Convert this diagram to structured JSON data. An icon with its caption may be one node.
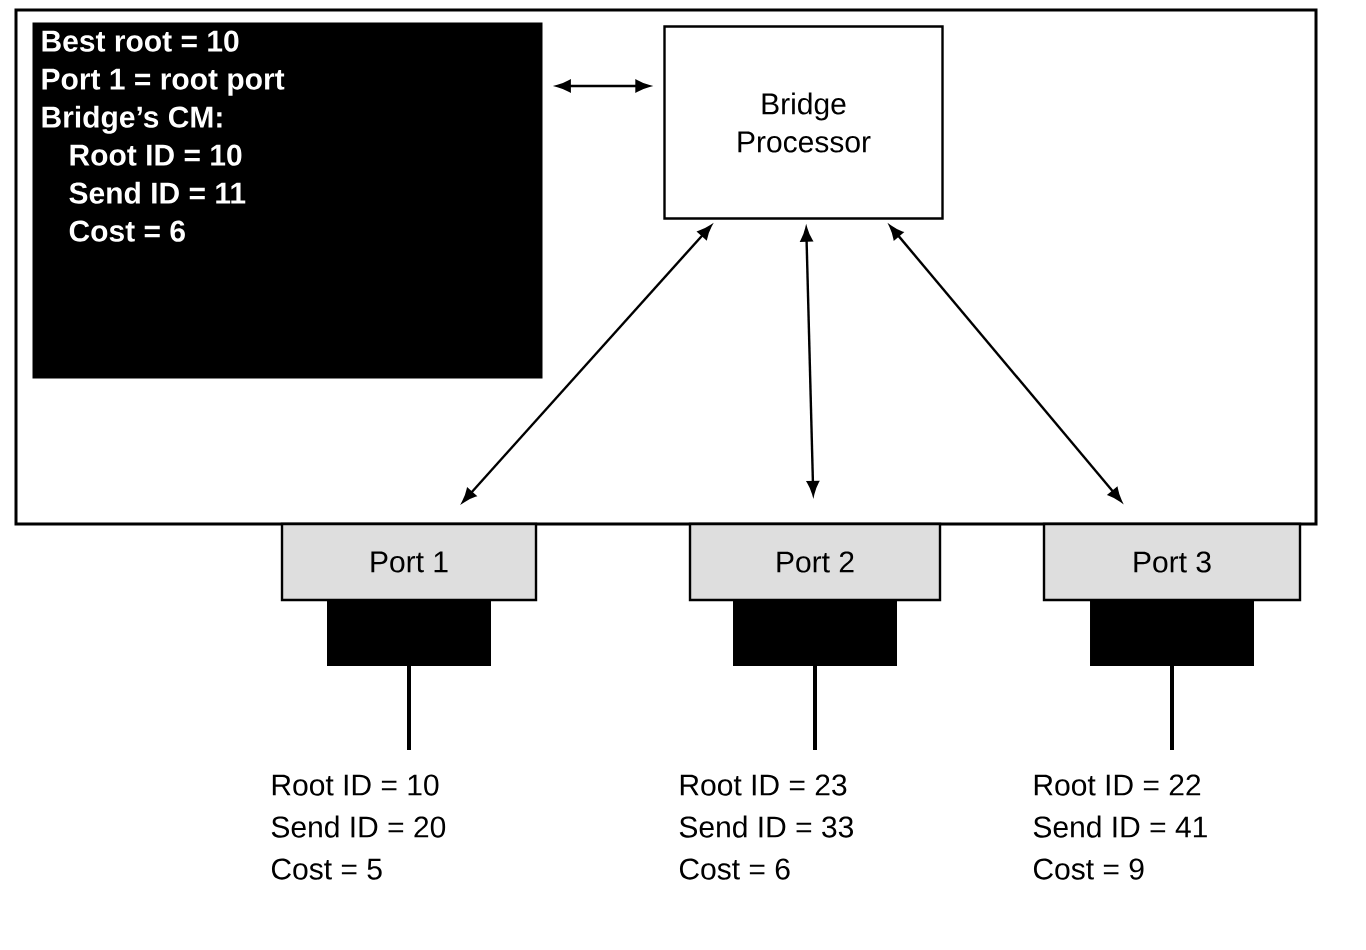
{
  "diagram": {
    "nodes": [
      {
        "text": [],
        "shape": "box"
      },
      {
        "text": [
          "Best root = 10",
          "Port 1 = root port",
          "Bridge’s CM:",
          "Root ID = 10",
          "Send ID = 11",
          "Cost = 6"
        ],
        "in": 0
      },
      {
        "text": [
          "Bridge Processor"
        ],
        "in": 0
      },
      {
        "text": [
          "Port 1"
        ],
        "beside": [
          "Root ID = 10",
          "Send ID = 20",
          "Cost = 5"
        ]
      },
      {
        "text": [
          "Port 2"
        ],
        "beside": [
          "Root ID = 23",
          "Send ID = 33",
          "Cost = 6"
        ]
      },
      {
        "text": [
          "Port 3"
        ],
        "beside": [
          "Root ID = 22",
          "Send ID = 41",
          "Cost = 9"
        ]
      }
    ],
    "edges": [
      {
        "from": 1,
        "to": 2,
        "arrow": "both"
      },
      {
        "from": 2,
        "to": 3,
        "arrow": "both"
      },
      {
        "from": 2,
        "to": 4,
        "arrow": "both"
      },
      {
        "from": 2,
        "to": 5,
        "arrow": "both"
      }
    ]
  }
}
